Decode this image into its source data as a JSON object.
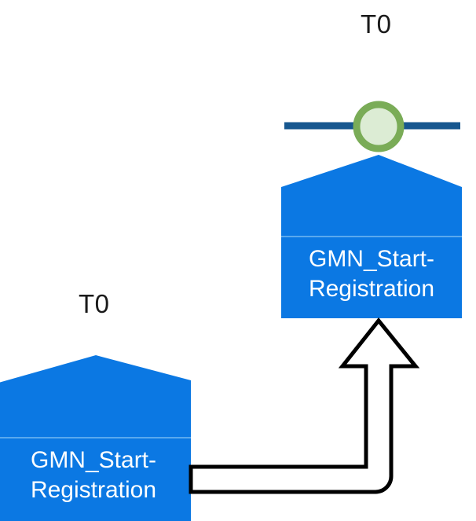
{
  "diagram": {
    "type": "process-flow",
    "background_color": "#ffffff",
    "node_fill_color": "#0b78e3",
    "node_divider_color": "#57a8ee",
    "node_text_color": "#ffffff",
    "connector_stroke_color": "#000000",
    "connector_fill_color": "#ffffff",
    "lifeline_color": "#17578f",
    "event_ring_color": "#7aac57",
    "event_fill_color": "#dcecd4"
  },
  "labels": {
    "top_time": "T0",
    "bottom_time": "T0"
  },
  "nodes": [
    {
      "id": "top-node",
      "name": "GMN_Start-Registration",
      "line1": "GMN_Start-",
      "line2": "Registration"
    },
    {
      "id": "bottom-node",
      "name": "GMN_Start-Registration",
      "line1": "GMN_Start-",
      "line2": "Registration"
    }
  ],
  "connector": {
    "id": "flow-arrow",
    "from": "bottom-node",
    "to": "top-node",
    "direction": "up",
    "style": "block-arrow-outline"
  },
  "lifeline": {
    "id": "timeline-bar",
    "marker": "start-event-circle"
  }
}
